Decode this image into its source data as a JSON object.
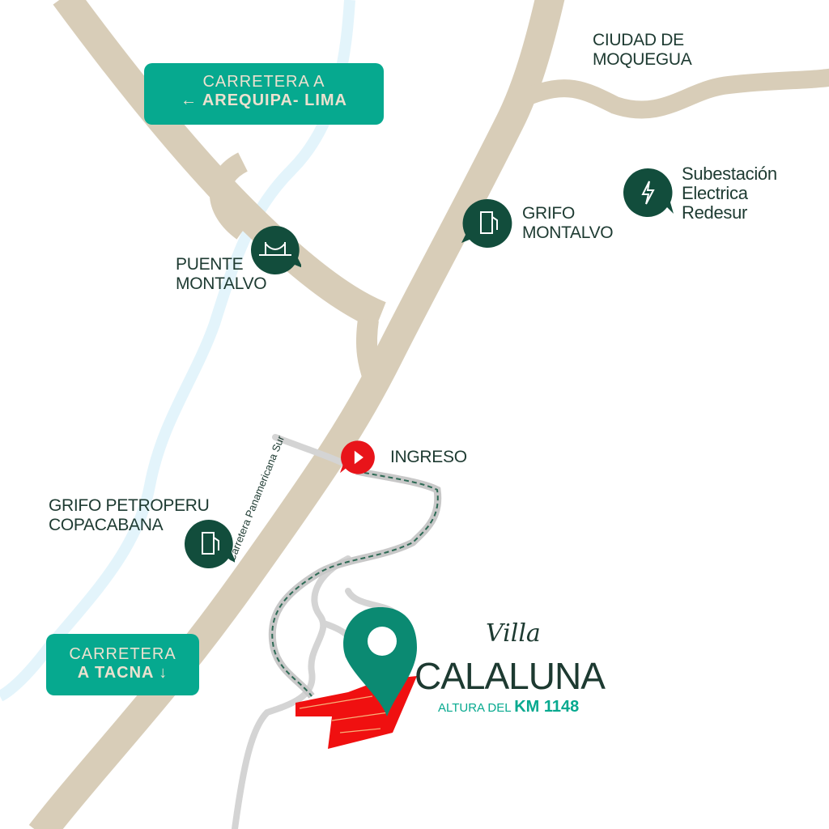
{
  "signs": {
    "north": {
      "line1": "CARRETERA A",
      "line2": "AREQUIPA- LIMA",
      "arrow": "arrow-left-icon"
    },
    "south": {
      "line1": "CARRETERA",
      "line2": "A TACNA",
      "arrow": "arrow-down-icon"
    }
  },
  "places": {
    "ciudad": "CIUDAD DE\nMOQUEGUA",
    "subestacion": {
      "label": "Subestación\nElectrica\nRedesur",
      "icon": "lightning-icon"
    },
    "grifo_montalvo": {
      "label": "GRIFO\nMONTALVO",
      "icon": "gas-pump-icon"
    },
    "puente": {
      "label": "PUENTE\nMONTALVO",
      "icon": "bridge-icon"
    },
    "ingreso": {
      "label": "INGRESO",
      "icon": "play-icon"
    },
    "grifo_petroperu": {
      "label": "GRIFO PETROPERU\nCOPACABANA",
      "icon": "gas-pump-icon"
    }
  },
  "road_label": "Carretera Panamericana Sur",
  "logo": {
    "villa": "Villa",
    "name": "CALALUNA",
    "altura": "ALTURA DEL",
    "km": "KM 1148"
  },
  "colors": {
    "road": "#d8cdb8",
    "river": "#e3f4fb",
    "pin": "#124d3c",
    "accent": "#06a98f",
    "ingreso": "#e8141a",
    "plot": "#f01010"
  }
}
